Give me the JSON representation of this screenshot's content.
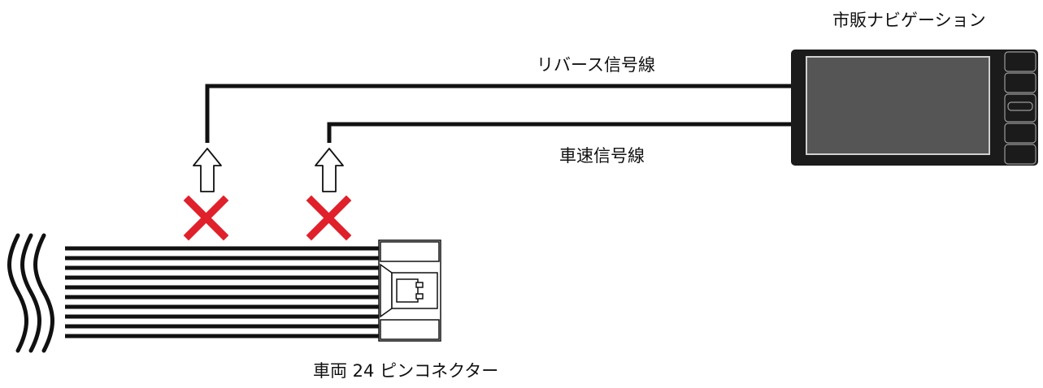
{
  "labels": {
    "navigation": "市販ナビゲーション",
    "reverse_signal": "リバース信号線",
    "speed_signal": "車速信号線",
    "connector": "車両 24 ピンコネクター"
  },
  "colors": {
    "wire": "#111111",
    "cross": "#e0202a",
    "nav_body": "#1b1b1b",
    "nav_screen": "#555555"
  },
  "icons": [
    "squiggle-icon",
    "up-arrow-icon",
    "cross-icon",
    "connector-icon",
    "navigation-unit-icon"
  ]
}
